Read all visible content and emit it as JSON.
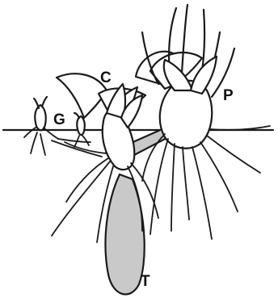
{
  "labels": {
    "c": "C",
    "g": "G",
    "p": "P",
    "t": "T"
  },
  "colors": {
    "ink": "#1a1a1a",
    "tuber_fill": "#c9c9c9",
    "background": "#ffffff"
  }
}
